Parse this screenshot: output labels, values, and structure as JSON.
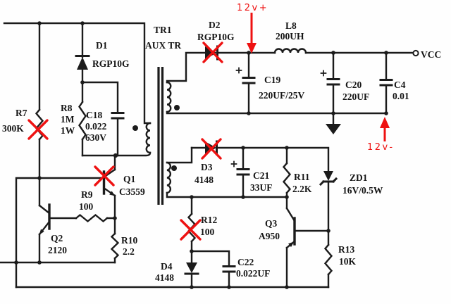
{
  "colors": {
    "ink": "#1b1b1b",
    "annotation_red": "#ee1111",
    "paper": "#fefefe"
  },
  "transformer": {
    "ref": "TR1",
    "type": "AUX TR"
  },
  "components": {
    "d1": {
      "ref": "D1",
      "value": "RGP10G"
    },
    "d2": {
      "ref": "D2",
      "value": "RGP10G"
    },
    "d3": {
      "ref": "D3",
      "value": "4148"
    },
    "d4": {
      "ref": "D4",
      "value": "4148"
    },
    "zd1": {
      "ref": "ZD1",
      "value": "16V/0.5W"
    },
    "l8": {
      "ref": "L8",
      "value": "200UH"
    },
    "c4": {
      "ref": "C4",
      "value": "0.01"
    },
    "c18": {
      "ref": "C18",
      "value": "0.022",
      "voltage": "630V"
    },
    "c19": {
      "ref": "C19",
      "value": "220UF/25V"
    },
    "c20": {
      "ref": "C20",
      "value": "220UF"
    },
    "c21": {
      "ref": "C21",
      "value": "33UF"
    },
    "c22": {
      "ref": "C22",
      "value": "0.022UF"
    },
    "r7": {
      "ref": "R7",
      "value": "300K"
    },
    "r8": {
      "ref": "R8",
      "value": "1M",
      "power": "1W"
    },
    "r9": {
      "ref": "R9",
      "value": "100"
    },
    "r10": {
      "ref": "R10",
      "value": "2.2"
    },
    "r11": {
      "ref": "R11",
      "value": "2.2K"
    },
    "r12": {
      "ref": "R12",
      "value": "100"
    },
    "r13": {
      "ref": "R13",
      "value": "10K"
    },
    "q1": {
      "ref": "Q1",
      "value": "C3559"
    },
    "q2": {
      "ref": "Q2",
      "value": "2120"
    },
    "q3": {
      "ref": "Q3",
      "value": "A950"
    }
  },
  "nets": {
    "vcc": "VCC"
  },
  "annotations": {
    "positive": "12v+",
    "negative": "12v-"
  }
}
